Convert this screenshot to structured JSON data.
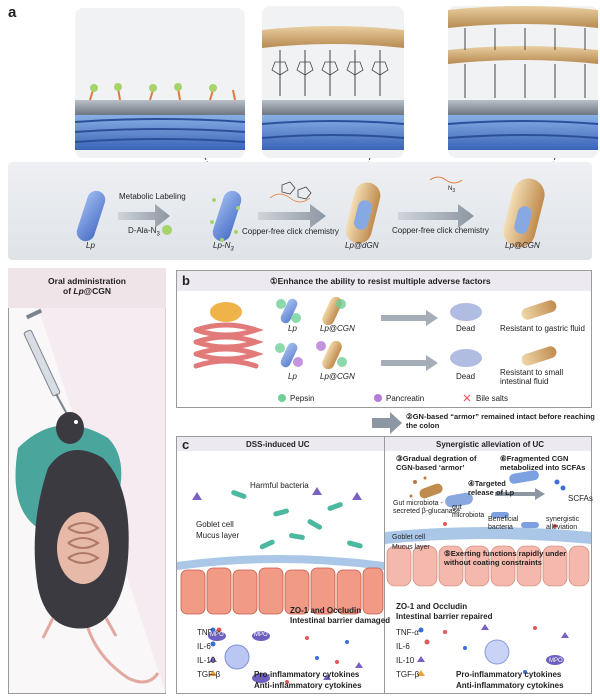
{
  "panel_a": {
    "letter": "a",
    "labels": {
      "lp": "Lp",
      "lp_n3": "Lp-N",
      "lp_n3_sub": "3",
      "lp_dgn": "Lp@dGN",
      "lp_cgn": "Lp@CGN"
    },
    "steps": {
      "metabolic": "Metabolic Labeling",
      "dala": "D-Ala-N",
      "dala_sub": "3",
      "click1": "Copper-free click chemistry",
      "click2": "Copper-free click chemistry"
    },
    "n3_label": "N",
    "n3_sub": "3"
  },
  "oral": {
    "line1": "Oral administration",
    "line2_prefix": "of ",
    "line2_italic": "Lp",
    "line2_suffix": "@CGN"
  },
  "panel_b": {
    "letter": "b",
    "header": "①Enhance the ability to resist multiple adverse factors",
    "row1": {
      "left": "Lp",
      "right": "Lp@CGN",
      "dead": "Dead",
      "result": "Resistant to gastric fluid"
    },
    "row2": {
      "left": "Lp",
      "right": "Lp@CGN",
      "dead": "Dead",
      "result": "Resistant to small intestinal fluid"
    },
    "legend": {
      "pepsin": "Pepsin",
      "pancreatin": "Pancreatin",
      "bile": "Bile salts"
    },
    "colors": {
      "pepsin": "#6fcf97",
      "pancreatin": "#b57bd6",
      "bile": "#e35b5b"
    }
  },
  "step2": "②GN-based “armor” remained intact before reaching the colon",
  "panel_c": {
    "letter": "c",
    "left_title": "DSS-induced UC",
    "right_title": "Synergistic alleviation of UC",
    "harmful": "Harmful bacteria",
    "goblet_left": "Goblet cell",
    "mucus_left": "Mucus layer",
    "zo_left": "ZO-1 and Occludin",
    "barrier_left": "Intestinal barrier damaged",
    "cytokines_left": [
      "TNF-α",
      "IL-6",
      "IL-10",
      "TGF-β"
    ],
    "pro_left": "Pro-inflammatory cytokines",
    "anti_left": "Anti-inflammatory cytokines",
    "mpo": "MPO",
    "step3": "③Gradual degration of CGN-based ‘armor’",
    "step4": "④Targeted release of Lp",
    "step5": "⑤Exerting functions rapidly under without coating constraints",
    "step6": "⑥Fragmented CGN metabolized into SCFAs",
    "scfas": "SCFAs",
    "synergistic": "synergistic alleviation",
    "glucanase": "Gut microbiota -secreted β-glucanase",
    "gut_micro": "gut microbiota",
    "beneficial": "Beneficial bacteria",
    "goblet_right": "Goblet cell",
    "mucus_right": "Mucus layer",
    "zo_right": "ZO-1 and Occludin",
    "barrier_right": "Intestinal barrier repaired",
    "cytokines_right": [
      "TNF-α",
      "IL-6",
      "IL-10",
      "TGF-β"
    ],
    "pro_right": "Pro-inflammatory cytokines",
    "anti_right": "Anti-inflammatory cytokines"
  }
}
